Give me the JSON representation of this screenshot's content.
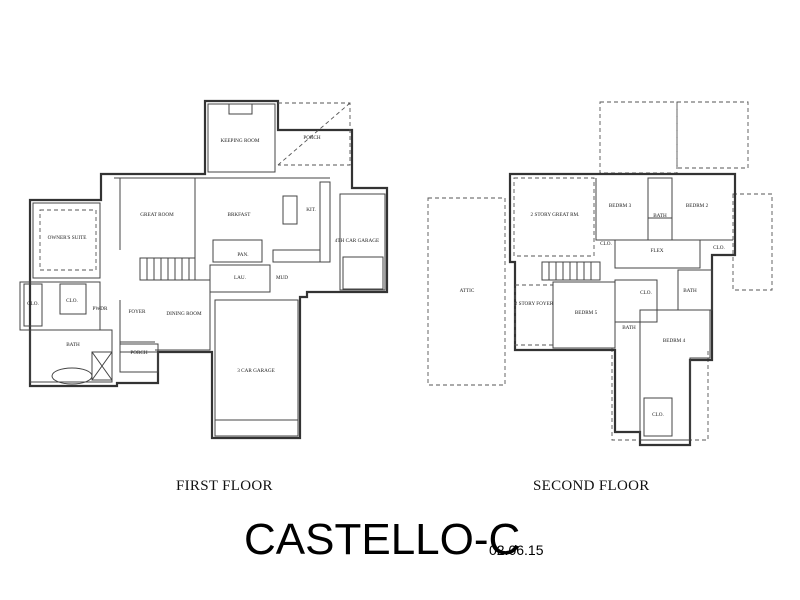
{
  "title": "CASTELLO-C",
  "date": "02.06.15",
  "floors": [
    {
      "label": "FIRST FLOOR",
      "rooms": {
        "keeping_room": "KEEPING ROOM",
        "porch_top": "PORCH",
        "great_room": "GREAT ROOM",
        "brkfast": "BRKFAST",
        "kit": "KIT.",
        "owners_suite": "OWNER'S SUITE",
        "fourth_car_garage": "4TH CAR GARAGE",
        "pan": "PAN.",
        "lau": "LAU.",
        "mud": "MUD",
        "clo_a": "CLO.",
        "clo_b": "CLO.",
        "pwdr": "PWDR",
        "foyer": "FOYER",
        "dining_room": "DINING ROOM",
        "bath": "BATH",
        "porch_front": "PORCH",
        "three_car_garage": "3 CAR GARAGE"
      }
    },
    {
      "label": "SECOND FLOOR",
      "rooms": {
        "great_rm_2story": "2 STORY GREAT RM.",
        "bedrm3": "BEDRM 3",
        "bedrm2": "BEDRM 2",
        "bath_a": "BATH",
        "clo_a": "CLO.",
        "flex": "FLEX",
        "clo_b": "CLO.",
        "attic": "ATTIC",
        "foyer_2story": "2 STORY FOYER",
        "bedrm5": "BEDRM 5",
        "clo_c": "CLO.",
        "bath_b": "BATH",
        "bath_c": "BATH",
        "bedrm4": "BEDRM 4",
        "clo_d": "CLO."
      }
    }
  ]
}
